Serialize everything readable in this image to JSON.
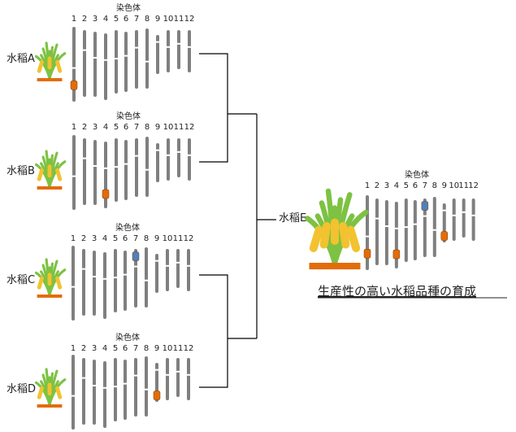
{
  "header_label": "染色体",
  "chromosome_numbers": [
    "1",
    "2",
    "3",
    "4",
    "5",
    "6",
    "7",
    "8",
    "9",
    "10",
    "11",
    "12"
  ],
  "colors": {
    "chromosome": "#7f7f7f",
    "orange_marker": "#e36c0a",
    "blue_marker": "#4f81bd",
    "plant_green": "#7dc242",
    "plant_yellow": "#f2c230",
    "pot": "#e36c0a",
    "bracket": "#000000"
  },
  "varieties": [
    {
      "id": "A",
      "label": "水稲A",
      "marker": {
        "chromosome": "1",
        "color": "orange"
      }
    },
    {
      "id": "B",
      "label": "水稲B",
      "marker": {
        "chromosome": "4",
        "color": "orange"
      }
    },
    {
      "id": "C",
      "label": "水稲C",
      "marker": {
        "chromosome": "7",
        "color": "blue"
      }
    },
    {
      "id": "D",
      "label": "水稲D",
      "marker": {
        "chromosome": "9",
        "color": "orange"
      }
    }
  ],
  "result": {
    "label": "水稲E",
    "markers": [
      {
        "chromosome": "1",
        "color": "orange"
      },
      {
        "chromosome": "4",
        "color": "orange"
      },
      {
        "chromosome": "7",
        "color": "blue"
      },
      {
        "chromosome": "9",
        "color": "orange"
      }
    ],
    "caption": "生産性の高い水稲品種の育成"
  }
}
